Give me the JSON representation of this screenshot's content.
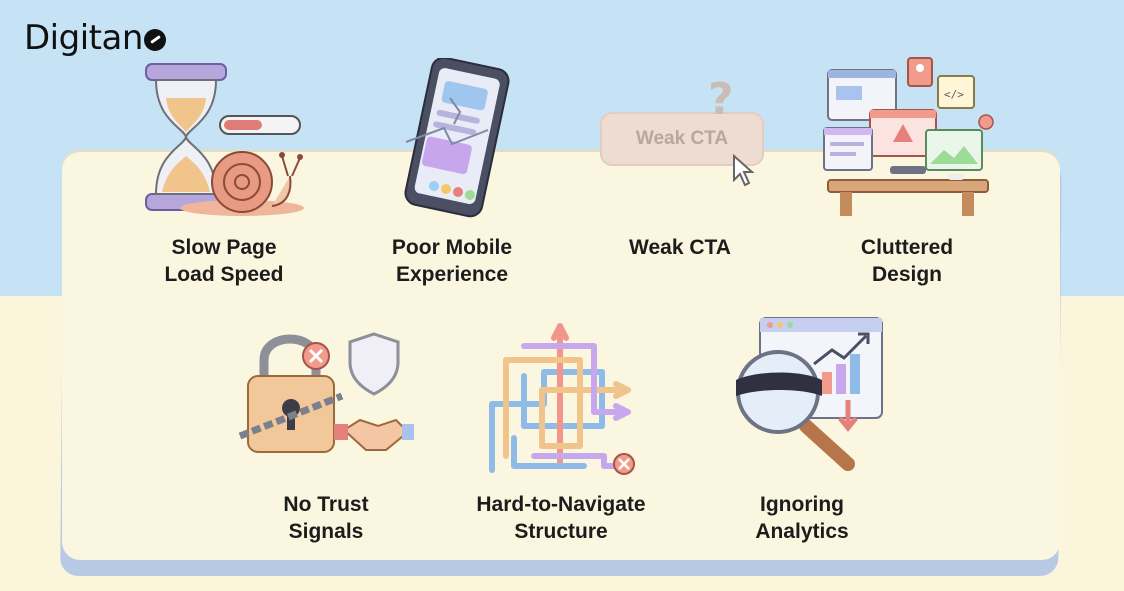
{
  "brand": {
    "logo_text": "Digitan",
    "logo_mark": "o"
  },
  "cards": [
    {
      "line1": "Slow Page",
      "line2": "Load Speed",
      "icon": "hourglass-snail-icon"
    },
    {
      "line1": "Poor Mobile",
      "line2": "Experience",
      "icon": "broken-phone-icon"
    },
    {
      "line1": "Weak CTA",
      "line2": "",
      "icon": "weak-cta-button-icon",
      "button_text": "Weak CTA"
    },
    {
      "line1": "Cluttered",
      "line2": "Design",
      "icon": "cluttered-desk-icon"
    },
    {
      "line1": "No Trust",
      "line2": "Signals",
      "icon": "chained-lock-icon"
    },
    {
      "line1": "Hard-to-Navigate",
      "line2": "Structure",
      "icon": "tangled-arrows-icon"
    },
    {
      "line1": "Ignoring",
      "line2": "Analytics",
      "icon": "blindfolded-magnifier-icon"
    }
  ],
  "colors": {
    "sky": "#c6e3f6",
    "board": "#fbf6df",
    "board_shadow": "#b8c9e6",
    "text": "#1c1c1c"
  }
}
